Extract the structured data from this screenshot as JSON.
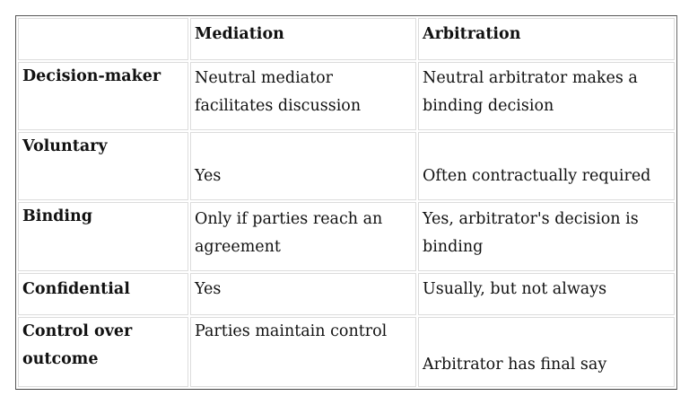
{
  "table": {
    "headers": [
      "",
      "Mediation",
      "Arbitration"
    ],
    "rows": [
      {
        "label": "Decision-maker",
        "mediation": "Neutral mediator facilitates discussion",
        "arbitration": "Neutral arbitrator makes a binding decision"
      },
      {
        "label": "Voluntary",
        "mediation": "Yes",
        "arbitration": "Often contractually required"
      },
      {
        "label": "Binding",
        "mediation": "Only if parties reach an agreement",
        "arbitration": "Yes, arbitrator's decision is binding"
      },
      {
        "label": "Confidential",
        "mediation": "Yes",
        "arbitration": "Usually, but not always"
      },
      {
        "label": "Control over outcome",
        "mediation": "Parties maintain control",
        "arbitration": "Arbitrator has final say"
      }
    ]
  },
  "colors": {
    "outer_border": "#555555",
    "cell_border": "#dcdcdc",
    "text": "#111111",
    "background": "#ffffff"
  }
}
